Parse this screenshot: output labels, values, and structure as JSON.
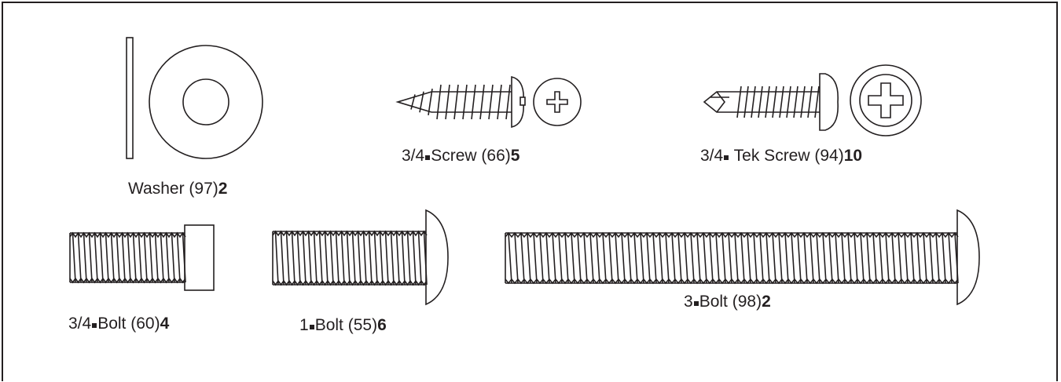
{
  "parts": [
    {
      "id": "washer",
      "name": "Washer",
      "size": "",
      "number": "(97)",
      "qty": "2"
    },
    {
      "id": "screw",
      "name": "Screw",
      "size": "3/4",
      "number": "(66)",
      "qty": "5"
    },
    {
      "id": "tek_screw",
      "name": "Tek Screw",
      "size": "3/4",
      "number": "(94)",
      "qty": "10"
    },
    {
      "id": "bolt_3_4",
      "name": "Bolt",
      "size": "3/4",
      "number": "(60)",
      "qty": "4"
    },
    {
      "id": "bolt_1",
      "name": "Bolt",
      "size": "1",
      "number": "(55)",
      "qty": "6"
    },
    {
      "id": "bolt_3",
      "name": "Bolt",
      "size": "3",
      "number": "(98)",
      "qty": "2"
    }
  ],
  "colors": {
    "line": "#231f20",
    "background": "#ffffff"
  }
}
